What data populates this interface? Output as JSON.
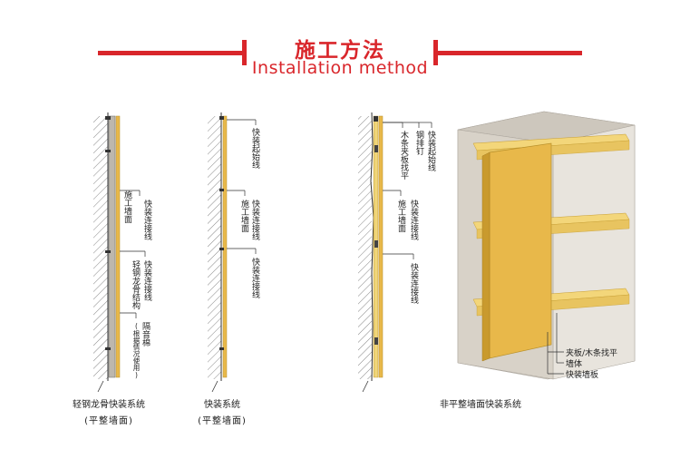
{
  "header": {
    "title": "施工方法",
    "subtitle": "Installation method",
    "accent_color": "#d9262b"
  },
  "diagram1": {
    "labels": {
      "construction_wall": "施工墙面",
      "connector_line": "快装连接线",
      "light_steel_frame": "轻钢龙骨结构",
      "insulation": "隔音棉",
      "insulation_note": "(根据情况使用)"
    },
    "caption": "轻钢龙骨快装系统",
    "caption_sub": "(平整墙面)"
  },
  "diagram2": {
    "labels": {
      "start_line": "快装起始线",
      "construction_wall": "施工墙面",
      "connector_line": "快装连接线"
    },
    "caption": "快装系统",
    "caption_sub": "(平整墙面)"
  },
  "diagram3": {
    "labels": {
      "wood_strip": "木条夹板找平",
      "steel_nail": "钢排钉",
      "start_line": "快装起始线",
      "construction_wall": "施工墙面",
      "connector_line": "快装连接线"
    },
    "caption": "非平整墙面快装系统"
  },
  "diagram4": {
    "labels": {
      "plywood": "夹板/木条找平",
      "wall_body": "墙体",
      "panel": "快装墙板"
    }
  },
  "colors": {
    "panel": "#e8b84a",
    "panel_dark": "#c99a2e",
    "wall": "#d6d1c9",
    "wall_dark": "#b9b3aa",
    "stud": "#f1d98a"
  }
}
